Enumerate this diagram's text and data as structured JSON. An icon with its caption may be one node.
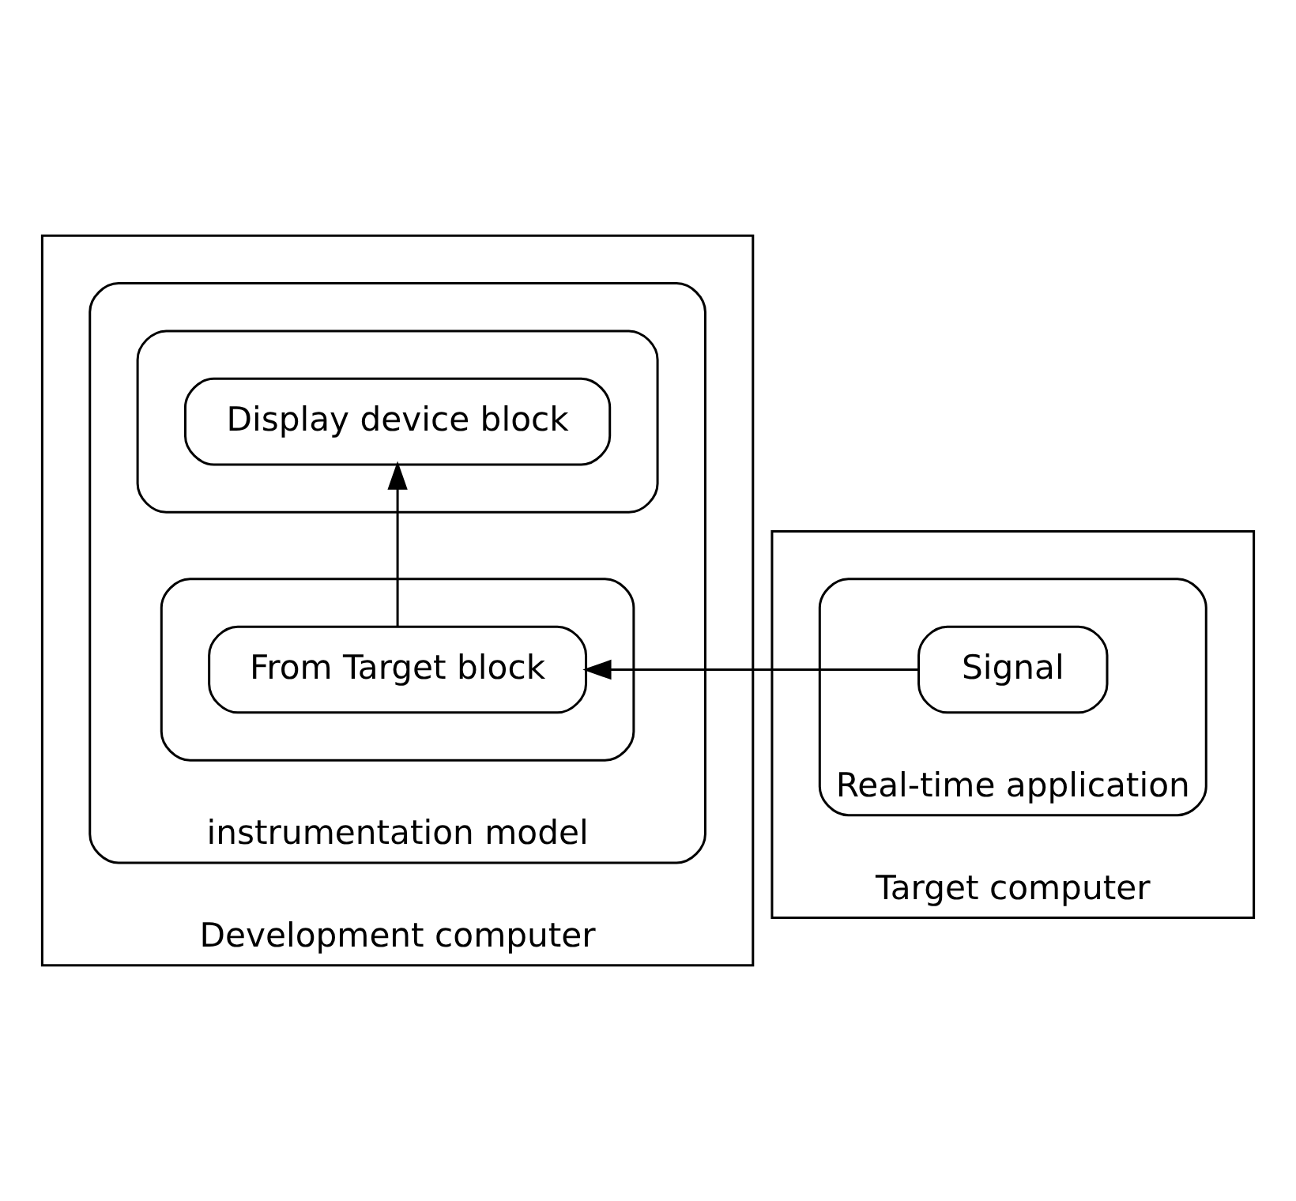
{
  "diagram": {
    "nodes": [
      {
        "text": [
          "Development computer"
        ]
      },
      {
        "text": [
          "instrumentation model"
        ],
        "in": 0
      },
      {
        "text": [],
        "shape": "box",
        "in": 1
      },
      {
        "text": [
          "Display device block"
        ],
        "in": 2
      },
      {
        "text": [],
        "shape": "box",
        "in": 1
      },
      {
        "text": [
          "From Target block"
        ],
        "in": 4
      },
      {
        "text": [
          "Target computer"
        ]
      },
      {
        "text": [
          "Real-time application"
        ],
        "in": 6
      },
      {
        "text": [
          "Signal"
        ],
        "in": 7
      }
    ],
    "edges": [
      {
        "from": 8,
        "to": 5,
        "arrow": "to"
      },
      {
        "from": 5,
        "to": 3,
        "arrow": "to"
      }
    ]
  }
}
